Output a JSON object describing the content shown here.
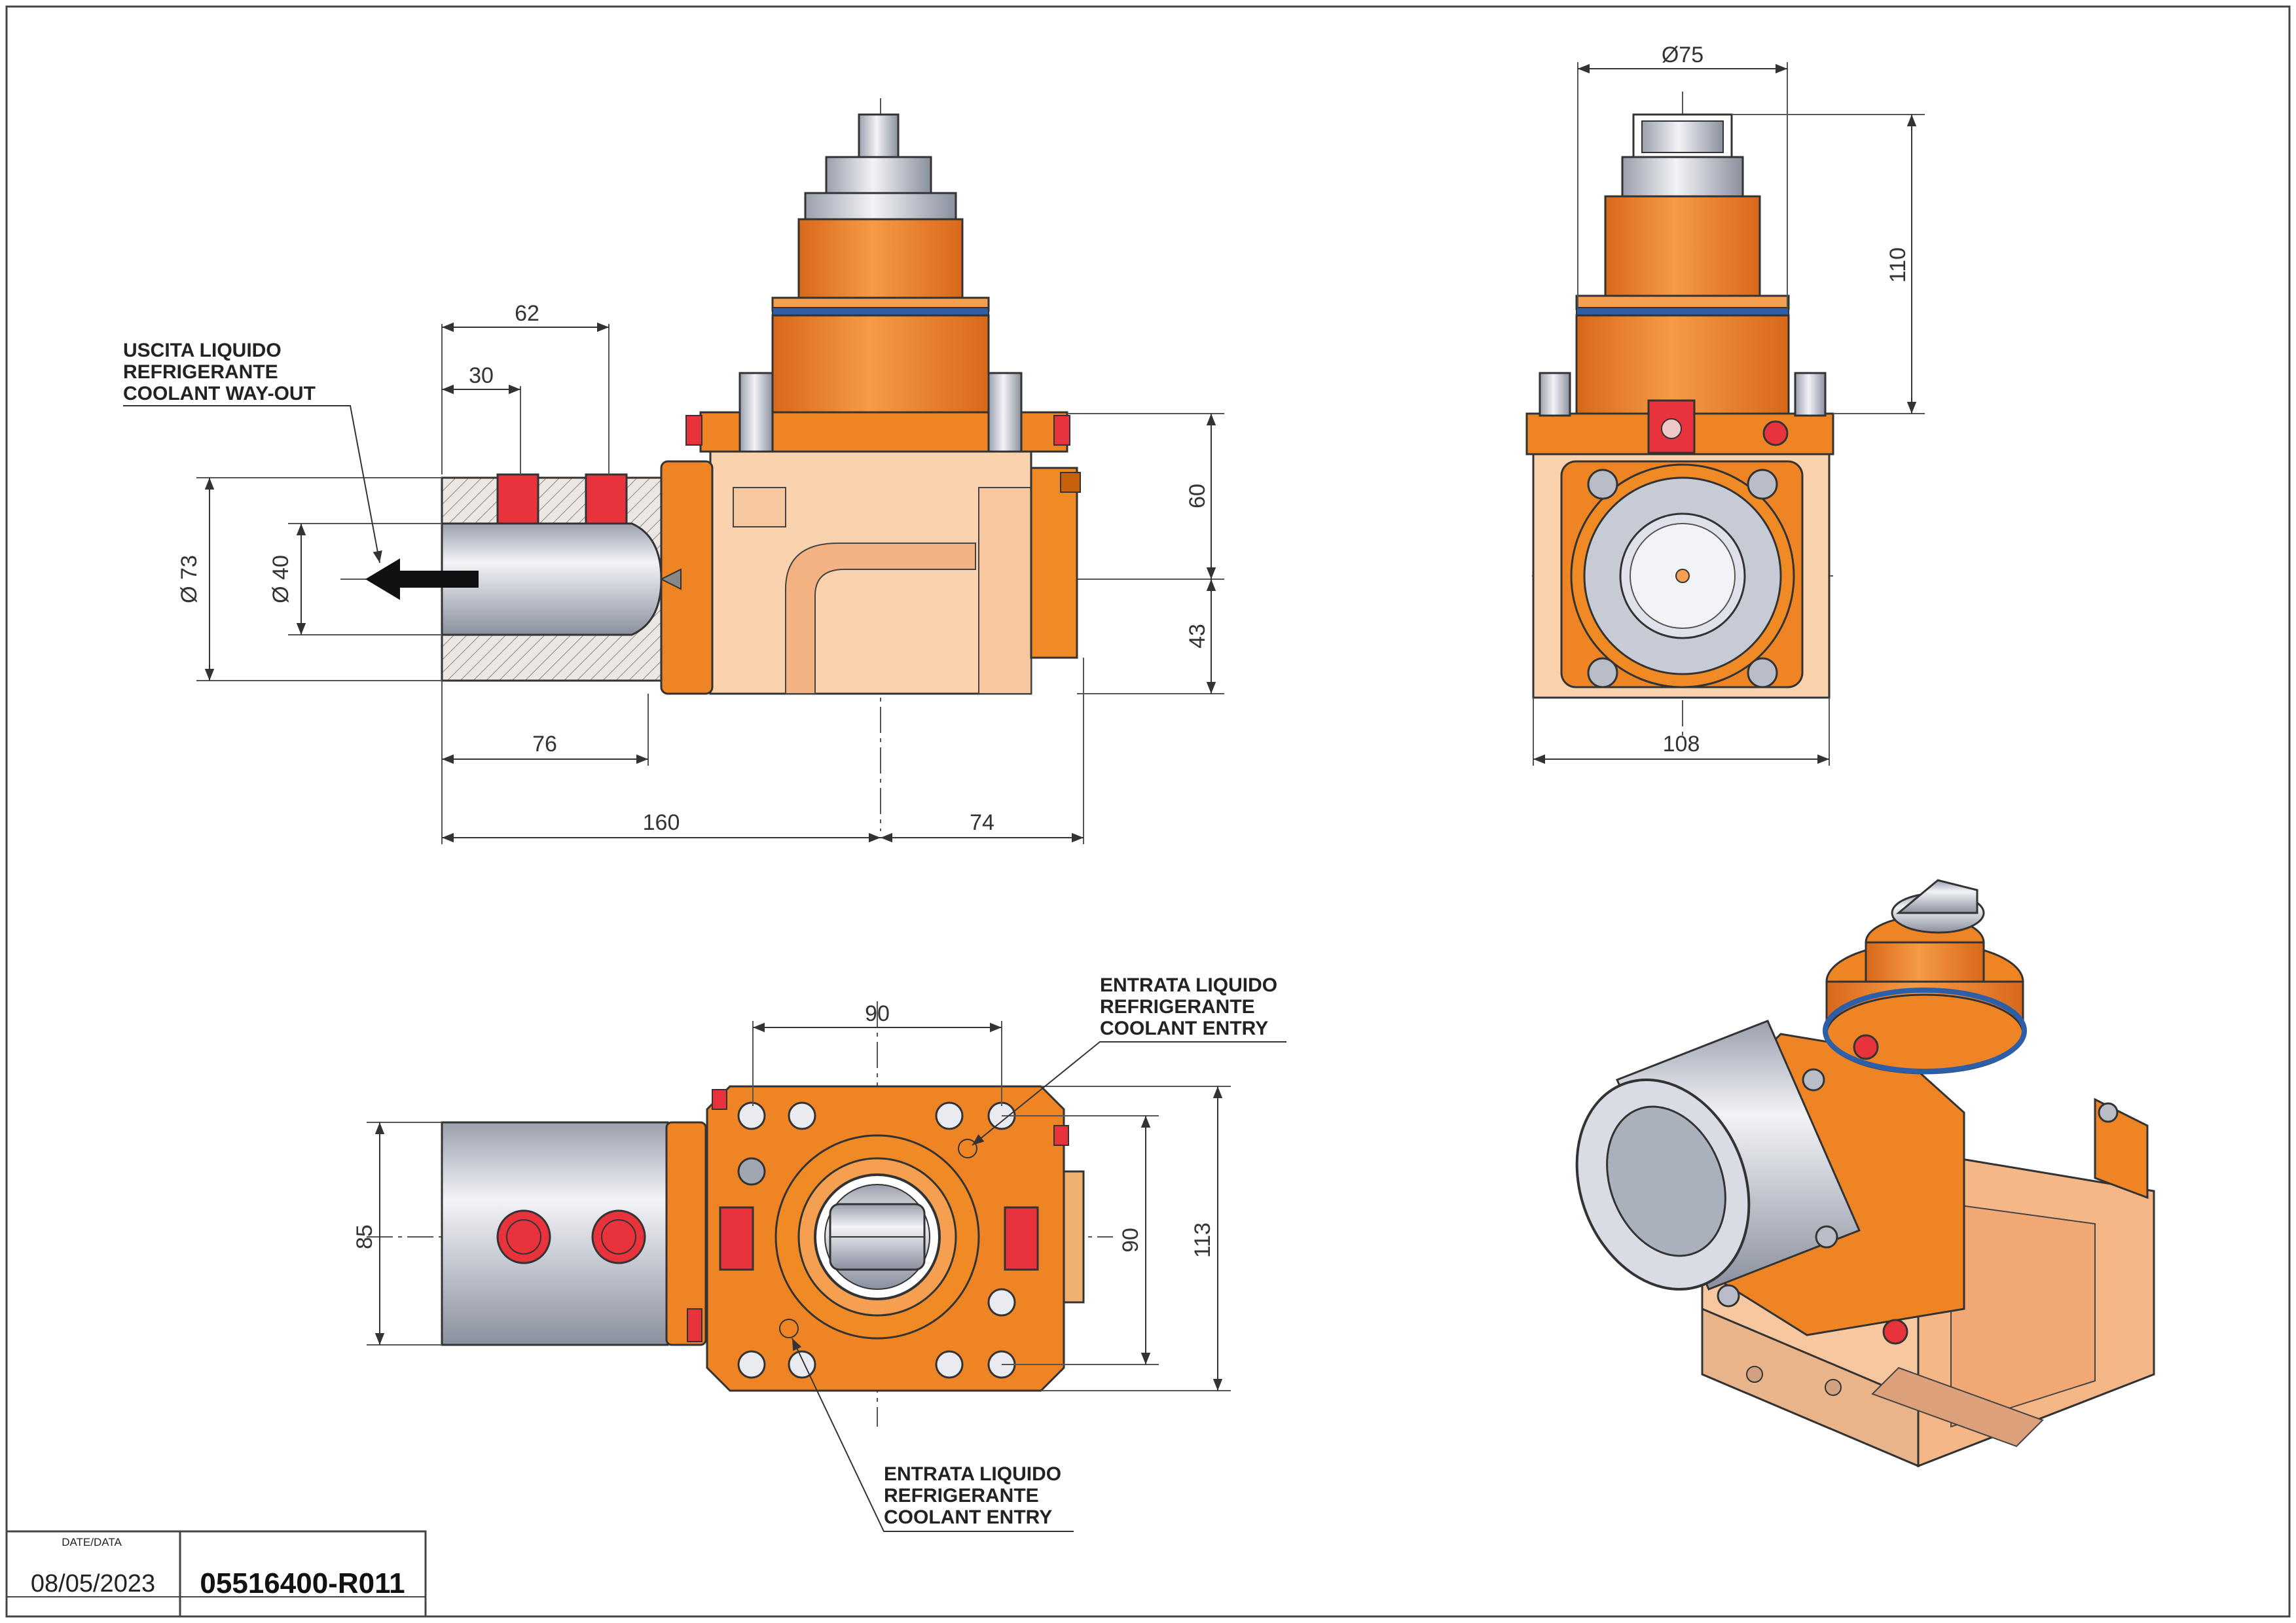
{
  "notes": {
    "outlet": [
      "USCITA LIQUIDO",
      "REFRIGERANTE",
      "COOLANT WAY-OUT"
    ],
    "entry_top": [
      "ENTRATA LIQUIDO",
      "REFRIGERANTE",
      "COOLANT ENTRY"
    ],
    "entry_bottom": [
      "ENTRATA LIQUIDO",
      "REFRIGERANTE",
      "COOLANT ENTRY"
    ]
  },
  "dimensions": {
    "side_62": "62",
    "side_30": "30",
    "side_dia73": "Ø 73",
    "side_dia40": "Ø 40",
    "side_60": "60",
    "side_43": "43",
    "side_76": "76",
    "side_160": "160",
    "side_74": "74",
    "front_dia75": "Ø75",
    "front_110": "110",
    "front_108": "108",
    "top_90w": "90",
    "top_85": "85",
    "top_90h": "90",
    "top_113": "113"
  },
  "title_block": {
    "date_label": "DATE/DATA",
    "date": "08/05/2023",
    "code": "05516400-R011"
  },
  "colors": {
    "orange": "#f08a24",
    "orange_dark": "#c8610c",
    "peach": "#fbd2ae",
    "steel": "#c8ccd6",
    "red": "#e8323c",
    "blue": "#2d5ea8"
  }
}
